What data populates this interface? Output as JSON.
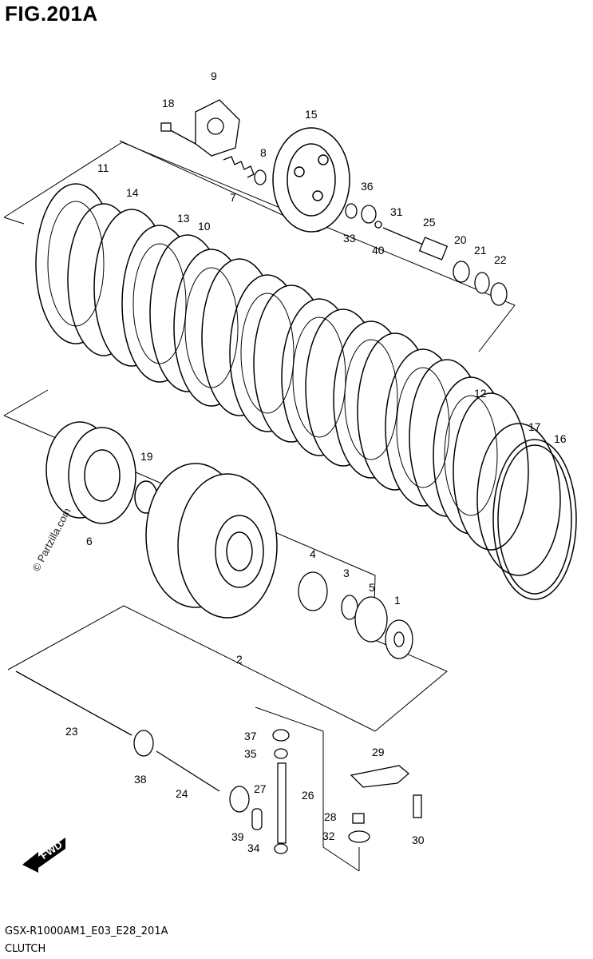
{
  "figure": {
    "title": "FIG.201A",
    "code": "GSX-R1000AM1_E03_E28_201A",
    "caption": "CLUTCH"
  },
  "watermark": "© Partzilla.com",
  "fwd_label": "FWD",
  "fwd_icon": "fwd-arrow-icon",
  "callouts": [
    "1",
    "2",
    "3",
    "4",
    "5",
    "6",
    "7",
    "8",
    "9",
    "10",
    "11",
    "12",
    "13",
    "14",
    "15",
    "16",
    "17",
    "18",
    "19",
    "20",
    "21",
    "22",
    "23",
    "24",
    "25",
    "26",
    "27",
    "28",
    "29",
    "30",
    "31",
    "32",
    "33",
    "34",
    "35",
    "36",
    "37",
    "38",
    "39",
    "40"
  ]
}
